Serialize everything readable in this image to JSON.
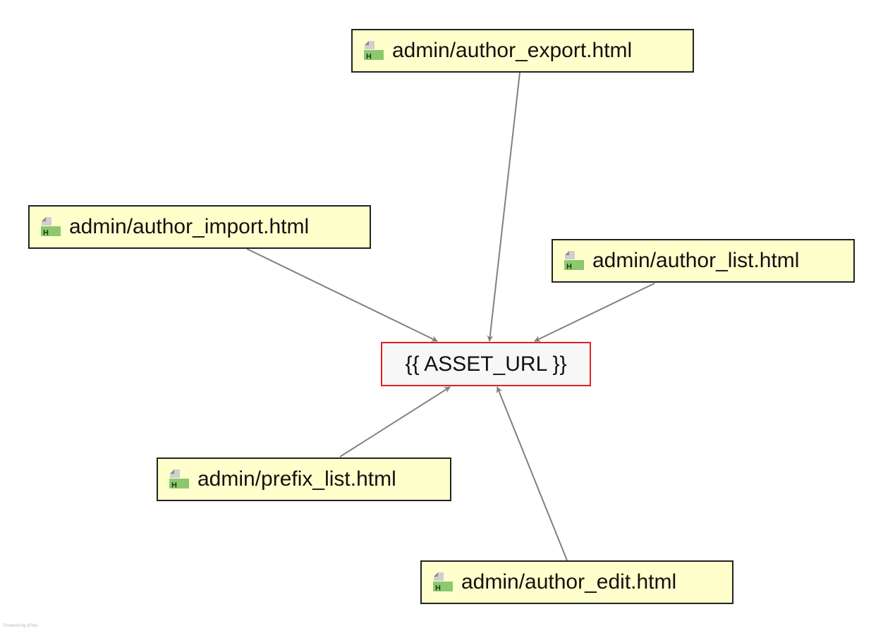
{
  "diagram": {
    "target": {
      "label": "{{ ASSET_URL }}",
      "border_color": "#e02020"
    },
    "sources": [
      {
        "id": "author_export",
        "label": "admin/author_export.html",
        "icon": "html-file-icon"
      },
      {
        "id": "author_import",
        "label": "admin/author_import.html",
        "icon": "html-file-icon"
      },
      {
        "id": "author_list",
        "label": "admin/author_list.html",
        "icon": "html-file-icon"
      },
      {
        "id": "prefix_list",
        "label": "admin/prefix_list.html",
        "icon": "html-file-icon"
      },
      {
        "id": "author_edit",
        "label": "admin/author_edit.html",
        "icon": "html-file-icon"
      }
    ],
    "edges": [
      {
        "from": "author_export",
        "to": "target"
      },
      {
        "from": "author_import",
        "to": "target"
      },
      {
        "from": "author_list",
        "to": "target"
      },
      {
        "from": "prefix_list",
        "to": "target"
      },
      {
        "from": "author_edit",
        "to": "target"
      }
    ],
    "colors": {
      "node_fill": "#ffffcc",
      "target_fill": "#f7f7f7",
      "edge": "#808080",
      "icon_green": "#8cc86e"
    }
  },
  "watermark": "Powered by yFiles"
}
